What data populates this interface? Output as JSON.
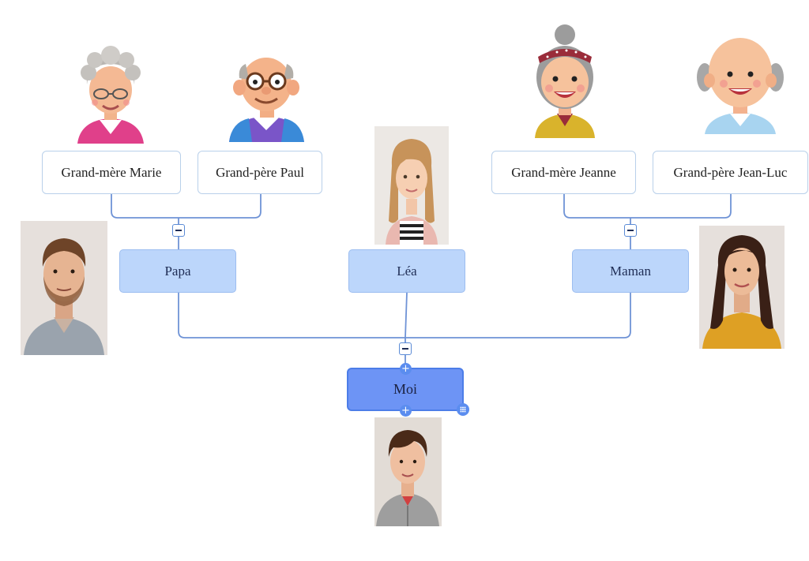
{
  "diagram": {
    "grandparents": [
      {
        "id": "marie",
        "label": "Grand-mère Marie"
      },
      {
        "id": "paul",
        "label": "Grand-père Paul"
      },
      {
        "id": "jeanne",
        "label": "Grand-mère Jeanne"
      },
      {
        "id": "jeanluc",
        "label": "Grand-père Jean-Luc"
      }
    ],
    "parents": [
      {
        "id": "papa",
        "label": "Papa"
      },
      {
        "id": "lea",
        "label": "Léa"
      },
      {
        "id": "maman",
        "label": "Maman"
      }
    ],
    "me": {
      "label": "Moi"
    },
    "colors": {
      "connector": "#6f93d6",
      "parent_fill": "#bcd6fb",
      "me_fill": "#6d94f5",
      "handle": "#5b8def"
    }
  },
  "icons": {
    "add": "+"
  }
}
